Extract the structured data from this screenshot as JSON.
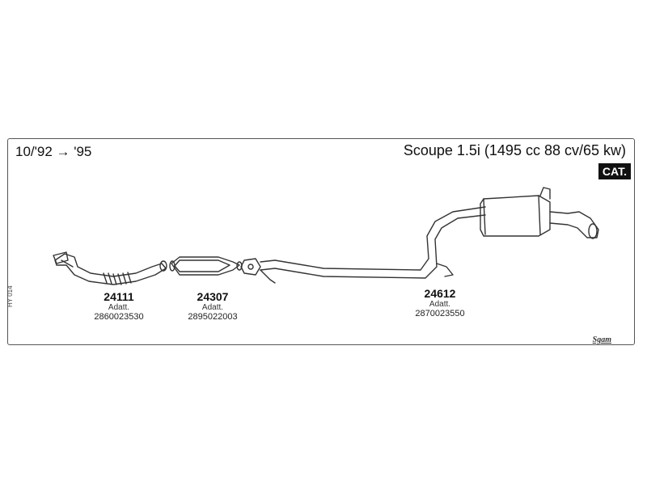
{
  "header": {
    "date_range": "10/'92 → '95",
    "model": "Scoupe 1.5i (1495 cc 88 cv/65 kw)",
    "cat_badge": "CAT."
  },
  "diagram_ref": "HY 014",
  "parts": [
    {
      "number": "24111",
      "label": "Adatt.",
      "code": "2860023530"
    },
    {
      "number": "24307",
      "label": "Adatt.",
      "code": "2895022003"
    },
    {
      "number": "24612",
      "label": "Adatt.",
      "code": "2870023550"
    }
  ],
  "brand_logo": "Sgam"
}
